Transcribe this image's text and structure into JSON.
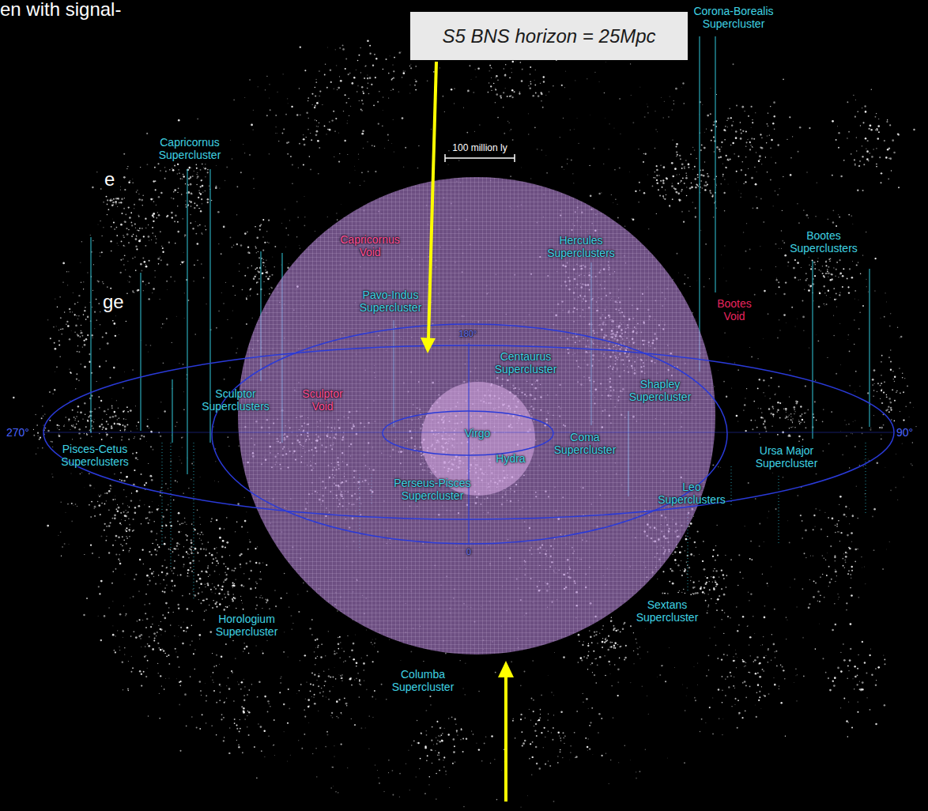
{
  "diagram": {
    "nodes": [
      {
        "text": [
          "S5 BNS horizon = 25Mpc"
        ]
      }
    ],
    "labels": [
      "en with signal-",
      "e",
      "ge",
      "100 million ly",
      "Capricornus Supercluster",
      "Corona-Borealis Supercluster",
      "Hercules Superclusters",
      "Bootes Superclusters",
      "Capricornus Void",
      "Bootes Void",
      "Pavo-Indus Supercluster",
      "Centaurus Supercluster",
      "Sculptor Superclusters",
      "Sculptor Void",
      "Shapley Supercluster",
      "Virgo",
      "Coma Supercluster",
      "Hydra",
      "Perseus-Pisces Supercluster",
      "270°",
      "90°",
      "180°",
      "0",
      "Pisces-Cetus Superclusters",
      "Ursa Major Supercluster",
      "Leo Superclusters",
      "Horologium Supercluster",
      "Columba Supercluster",
      "Sextans Supercluster"
    ]
  }
}
